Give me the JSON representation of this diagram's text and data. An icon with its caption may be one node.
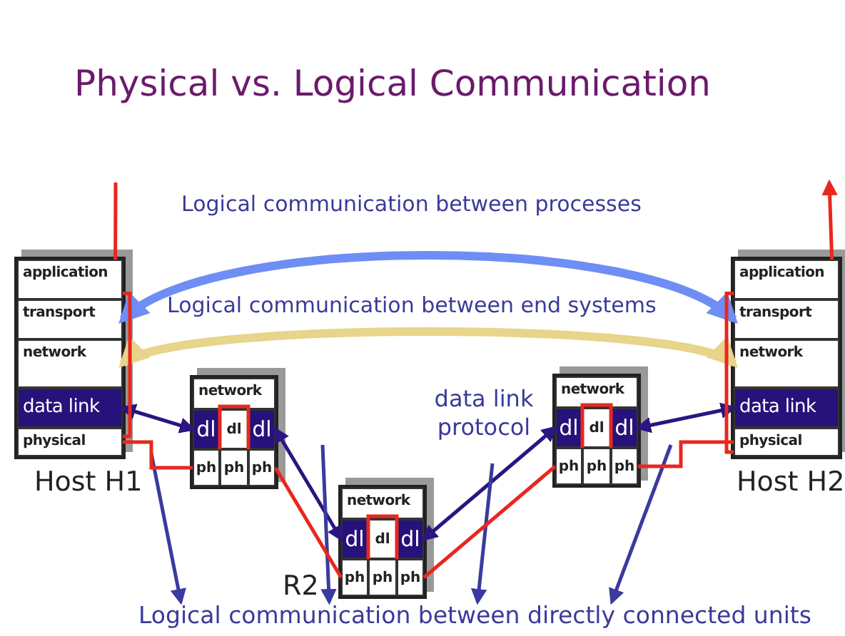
{
  "diagram": {
    "title": "Physical vs. Logical Communication",
    "nodes": [
      {
        "text": [
          "Host H1"
        ]
      },
      {
        "text": [
          "application"
        ],
        "in": 0
      },
      {
        "text": [
          "transport"
        ],
        "in": 0
      },
      {
        "text": [
          "network"
        ],
        "in": 0
      },
      {
        "text": [
          "data link"
        ],
        "in": 0
      },
      {
        "text": [
          "physical"
        ],
        "in": 0
      },
      {
        "text": [],
        "shape": "box"
      },
      {
        "text": [
          "network"
        ],
        "in": 6
      },
      {
        "text": [
          "dl"
        ],
        "in": 6
      },
      {
        "text": [
          "dl"
        ],
        "in": 6
      },
      {
        "text": [
          "dl"
        ],
        "in": 6
      },
      {
        "text": [
          "ph"
        ],
        "in": 6
      },
      {
        "text": [
          "ph"
        ],
        "in": 6
      },
      {
        "text": [
          "ph"
        ],
        "in": 6
      },
      {
        "text": [
          "R2"
        ]
      },
      {
        "text": [
          "network"
        ],
        "in": 14
      },
      {
        "text": [
          "dl"
        ],
        "in": 14
      },
      {
        "text": [
          "dl"
        ],
        "in": 14
      },
      {
        "text": [
          "dl"
        ],
        "in": 14
      },
      {
        "text": [
          "ph"
        ],
        "in": 14
      },
      {
        "text": [
          "ph"
        ],
        "in": 14
      },
      {
        "text": [
          "ph"
        ],
        "in": 14
      },
      {
        "text": [],
        "shape": "box"
      },
      {
        "text": [
          "network"
        ],
        "in": 22
      },
      {
        "text": [
          "dl"
        ],
        "in": 22
      },
      {
        "text": [
          "dl"
        ],
        "in": 22
      },
      {
        "text": [
          "dl"
        ],
        "in": 22
      },
      {
        "text": [
          "ph"
        ],
        "in": 22
      },
      {
        "text": [
          "ph"
        ],
        "in": 22
      },
      {
        "text": [
          "ph"
        ],
        "in": 22
      },
      {
        "text": [
          "Host H2"
        ]
      },
      {
        "text": [
          "application"
        ],
        "in": 30
      },
      {
        "text": [
          "transport"
        ],
        "in": 30
      },
      {
        "text": [
          "network"
        ],
        "in": 30
      },
      {
        "text": [
          "data link"
        ],
        "in": 30
      },
      {
        "text": [
          "physical"
        ],
        "in": 30
      },
      {
        "text": [
          "Logical communication between directly connected units"
        ]
      }
    ],
    "edges": [
      {
        "from": 2,
        "to": 32,
        "arrow": "both",
        "label": "Logical communication between processes",
        "style": "thick",
        "color": "#6e8ef5"
      },
      {
        "from": 3,
        "to": 33,
        "arrow": "both",
        "label": "Logical communication between end systems",
        "style": "thick",
        "color": "#e8d48a"
      },
      {
        "from": 4,
        "to": 8,
        "arrow": "both",
        "color": "#2b1580"
      },
      {
        "from": 10,
        "to": 16,
        "arrow": "both",
        "color": "#2b1580"
      },
      {
        "from": 18,
        "to": 24,
        "arrow": "both",
        "label": "data link protocol",
        "color": "#2b1580"
      },
      {
        "from": 26,
        "to": 34,
        "arrow": "both",
        "color": "#2b1580"
      },
      {
        "from": null,
        "to": 36,
        "arrow": "to",
        "color": "#3a3aa0"
      },
      {
        "from": null,
        "to": 36,
        "arrow": "to",
        "color": "#3a3aa0"
      },
      {
        "from": null,
        "to": 36,
        "arrow": "to",
        "color": "#3a3aa0"
      },
      {
        "from": null,
        "to": 36,
        "arrow": "to",
        "color": "#3a3aa0"
      },
      {
        "from": null,
        "to": 1,
        "arrow": "none",
        "color": "#e8281e"
      },
      {
        "from": 1,
        "to": 5,
        "arrow": "none",
        "color": "#e8281e"
      },
      {
        "from": 5,
        "to": 11,
        "arrow": "none",
        "color": "#e8281e"
      },
      {
        "from": 11,
        "to": 13,
        "arrow": "none",
        "color": "#e8281e"
      },
      {
        "from": 13,
        "to": 19,
        "arrow": "none",
        "color": "#e8281e"
      },
      {
        "from": 19,
        "to": 21,
        "arrow": "none",
        "color": "#e8281e"
      },
      {
        "from": 21,
        "to": 27,
        "arrow": "none",
        "color": "#e8281e"
      },
      {
        "from": 27,
        "to": 29,
        "arrow": "none",
        "color": "#e8281e"
      },
      {
        "from": 29,
        "to": 35,
        "arrow": "none",
        "color": "#e8281e"
      },
      {
        "from": 35,
        "to": 31,
        "arrow": "none",
        "color": "#e8281e"
      },
      {
        "from": 31,
        "to": null,
        "arrow": "to",
        "color": "#e8281e"
      }
    ]
  }
}
